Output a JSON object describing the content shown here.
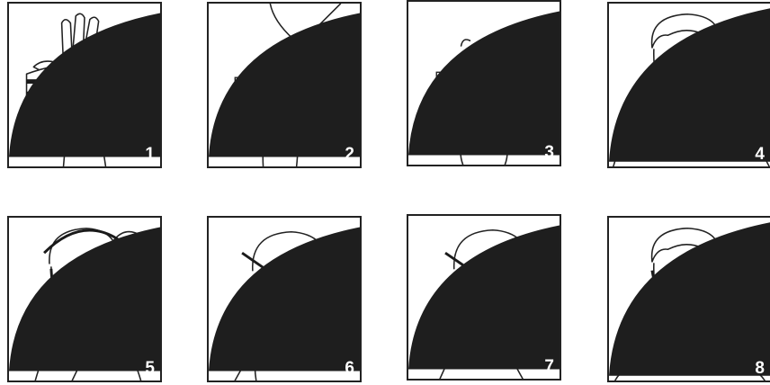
{
  "steps": [
    {
      "number": "1",
      "illustration": "hand-holding-folded-mask-icon"
    },
    {
      "number": "2",
      "illustration": "hands-opening-mask-icon"
    },
    {
      "number": "3",
      "illustration": "hand-cupping-mask-icon"
    },
    {
      "number": "4",
      "illustration": "placing-mask-on-face-icon"
    },
    {
      "number": "5",
      "illustration": "pulling-top-strap-over-head-icon"
    },
    {
      "number": "6",
      "illustration": "pulling-bottom-strap-behind-neck-icon"
    },
    {
      "number": "7",
      "illustration": "straps-positioned-side-view-icon"
    },
    {
      "number": "8",
      "illustration": "pressing-nose-clip-icon"
    }
  ],
  "colors": {
    "line": "#222222",
    "badge": "#1e1e1e",
    "mask": "#1a1a1a",
    "badge_text": "#ffffff"
  }
}
